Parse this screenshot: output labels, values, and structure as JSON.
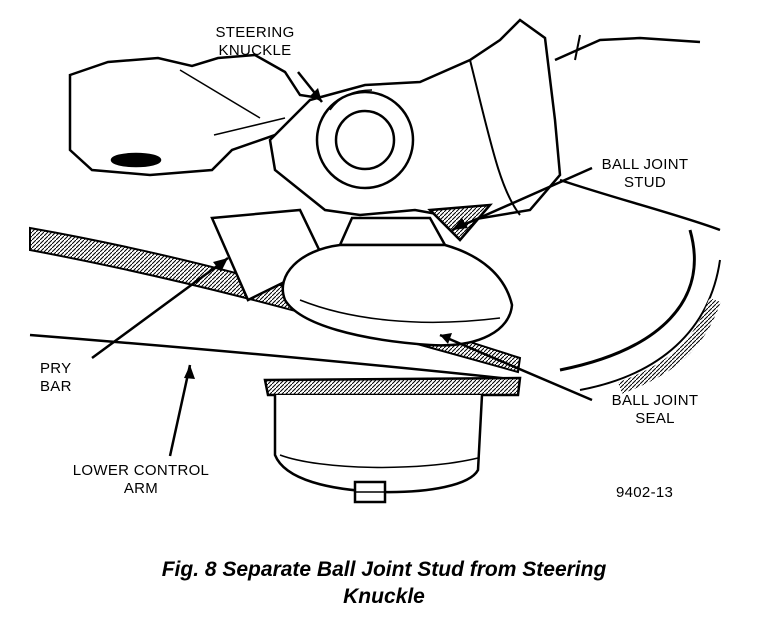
{
  "labels": {
    "steering_knuckle": [
      "STEERING",
      "KNUCKLE"
    ],
    "ball_joint_stud": [
      "BALL JOINT",
      "STUD"
    ],
    "pry_bar": [
      "PRY",
      "BAR"
    ],
    "ball_joint_seal": [
      "BALL JOINT",
      "SEAL"
    ],
    "lower_control_arm": [
      "LOWER CONTROL",
      "ARM"
    ],
    "figure_number": "9402-13"
  },
  "caption": {
    "line1": "Fig. 8 Separate Ball Joint Stud from Steering",
    "line2": "Knuckle"
  }
}
